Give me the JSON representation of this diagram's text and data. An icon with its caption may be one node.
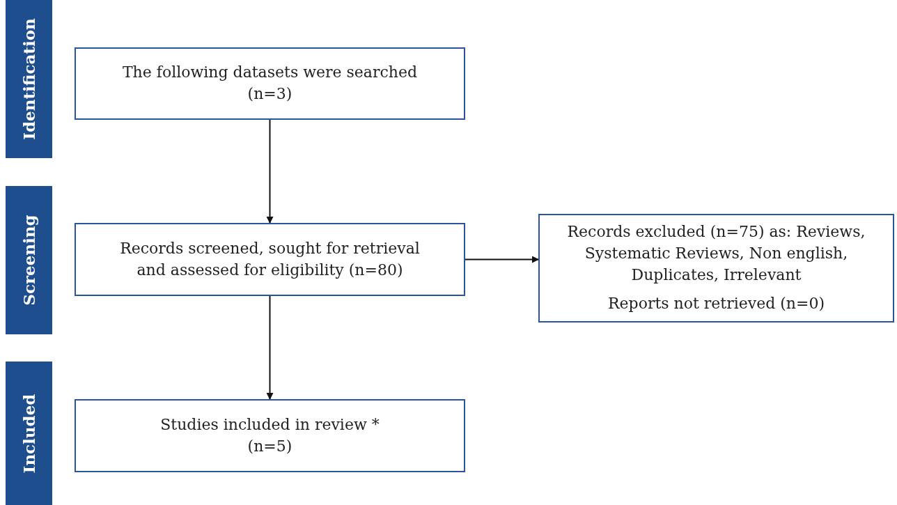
{
  "diagram": {
    "nodes": [
      {
        "text": [
          "Identification"
        ]
      },
      {
        "text": [
          "Screening"
        ]
      },
      {
        "text": [
          "Included"
        ]
      },
      {
        "text": [
          "The following datasets were searched (n=3)"
        ]
      },
      {
        "text": [
          "Records screened, sought for retrieval and assessed for eligibility (n=80)"
        ]
      },
      {
        "text": [
          "Records excluded (n=75) as: Reviews, Systematic Reviews, Non english, Duplicates, Irrelevant",
          "Reports not retrieved (n=0)"
        ]
      },
      {
        "text": [
          "Studies included in review * (n=5)"
        ]
      }
    ],
    "edges": [
      {
        "from": 3,
        "to": 4,
        "arrow": "to"
      },
      {
        "from": 4,
        "to": 5,
        "arrow": "to"
      },
      {
        "from": 4,
        "to": 6,
        "arrow": "to"
      }
    ]
  }
}
